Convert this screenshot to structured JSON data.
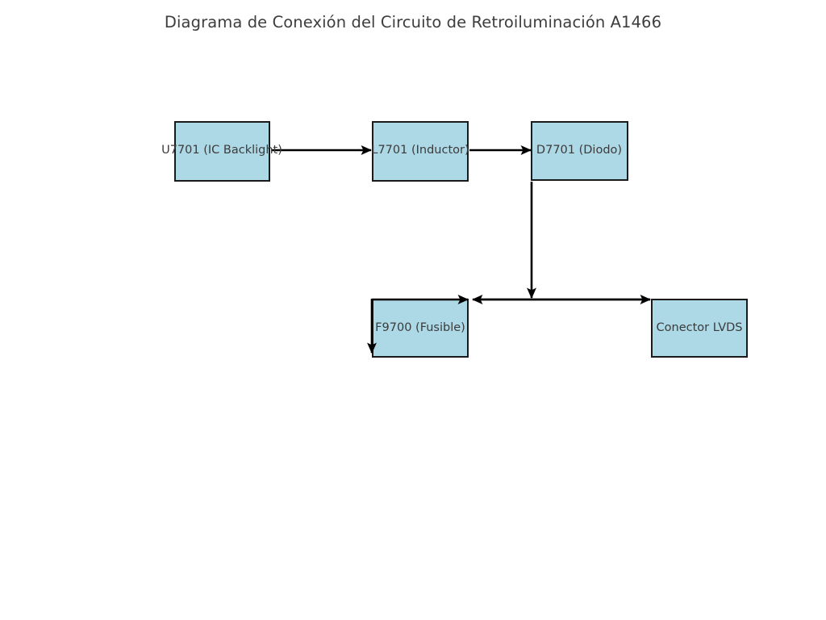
{
  "title": "Diagrama de Conexión del Circuito de Retroiluminación A1466",
  "colors": {
    "node_fill": "#add8e6",
    "node_border": "#1a1a1a",
    "edge": "#000000",
    "text": "#3b3b3b",
    "title_text": "#3d3d3d",
    "background": "#ffffff"
  },
  "nodes": [
    {
      "id": "u7701",
      "label": "U7701 (IC Backlight)"
    },
    {
      "id": "l7701",
      "label": "L7701 (Inductor)"
    },
    {
      "id": "d7701",
      "label": "D7701 (Diodo)"
    },
    {
      "id": "f9700",
      "label": "F9700 (Fusible)"
    },
    {
      "id": "lvds",
      "label": "Conector LVDS"
    }
  ],
  "edges": [
    {
      "from": "u7701",
      "to": "l7701",
      "direction": "right"
    },
    {
      "from": "l7701",
      "to": "d7701",
      "direction": "right"
    },
    {
      "from": "d7701",
      "to": "f9700",
      "direction": "down"
    },
    {
      "from": "f9700",
      "to": "lvds",
      "direction": "right"
    },
    {
      "from": "lvds",
      "to": "f9700",
      "direction": "left"
    }
  ]
}
